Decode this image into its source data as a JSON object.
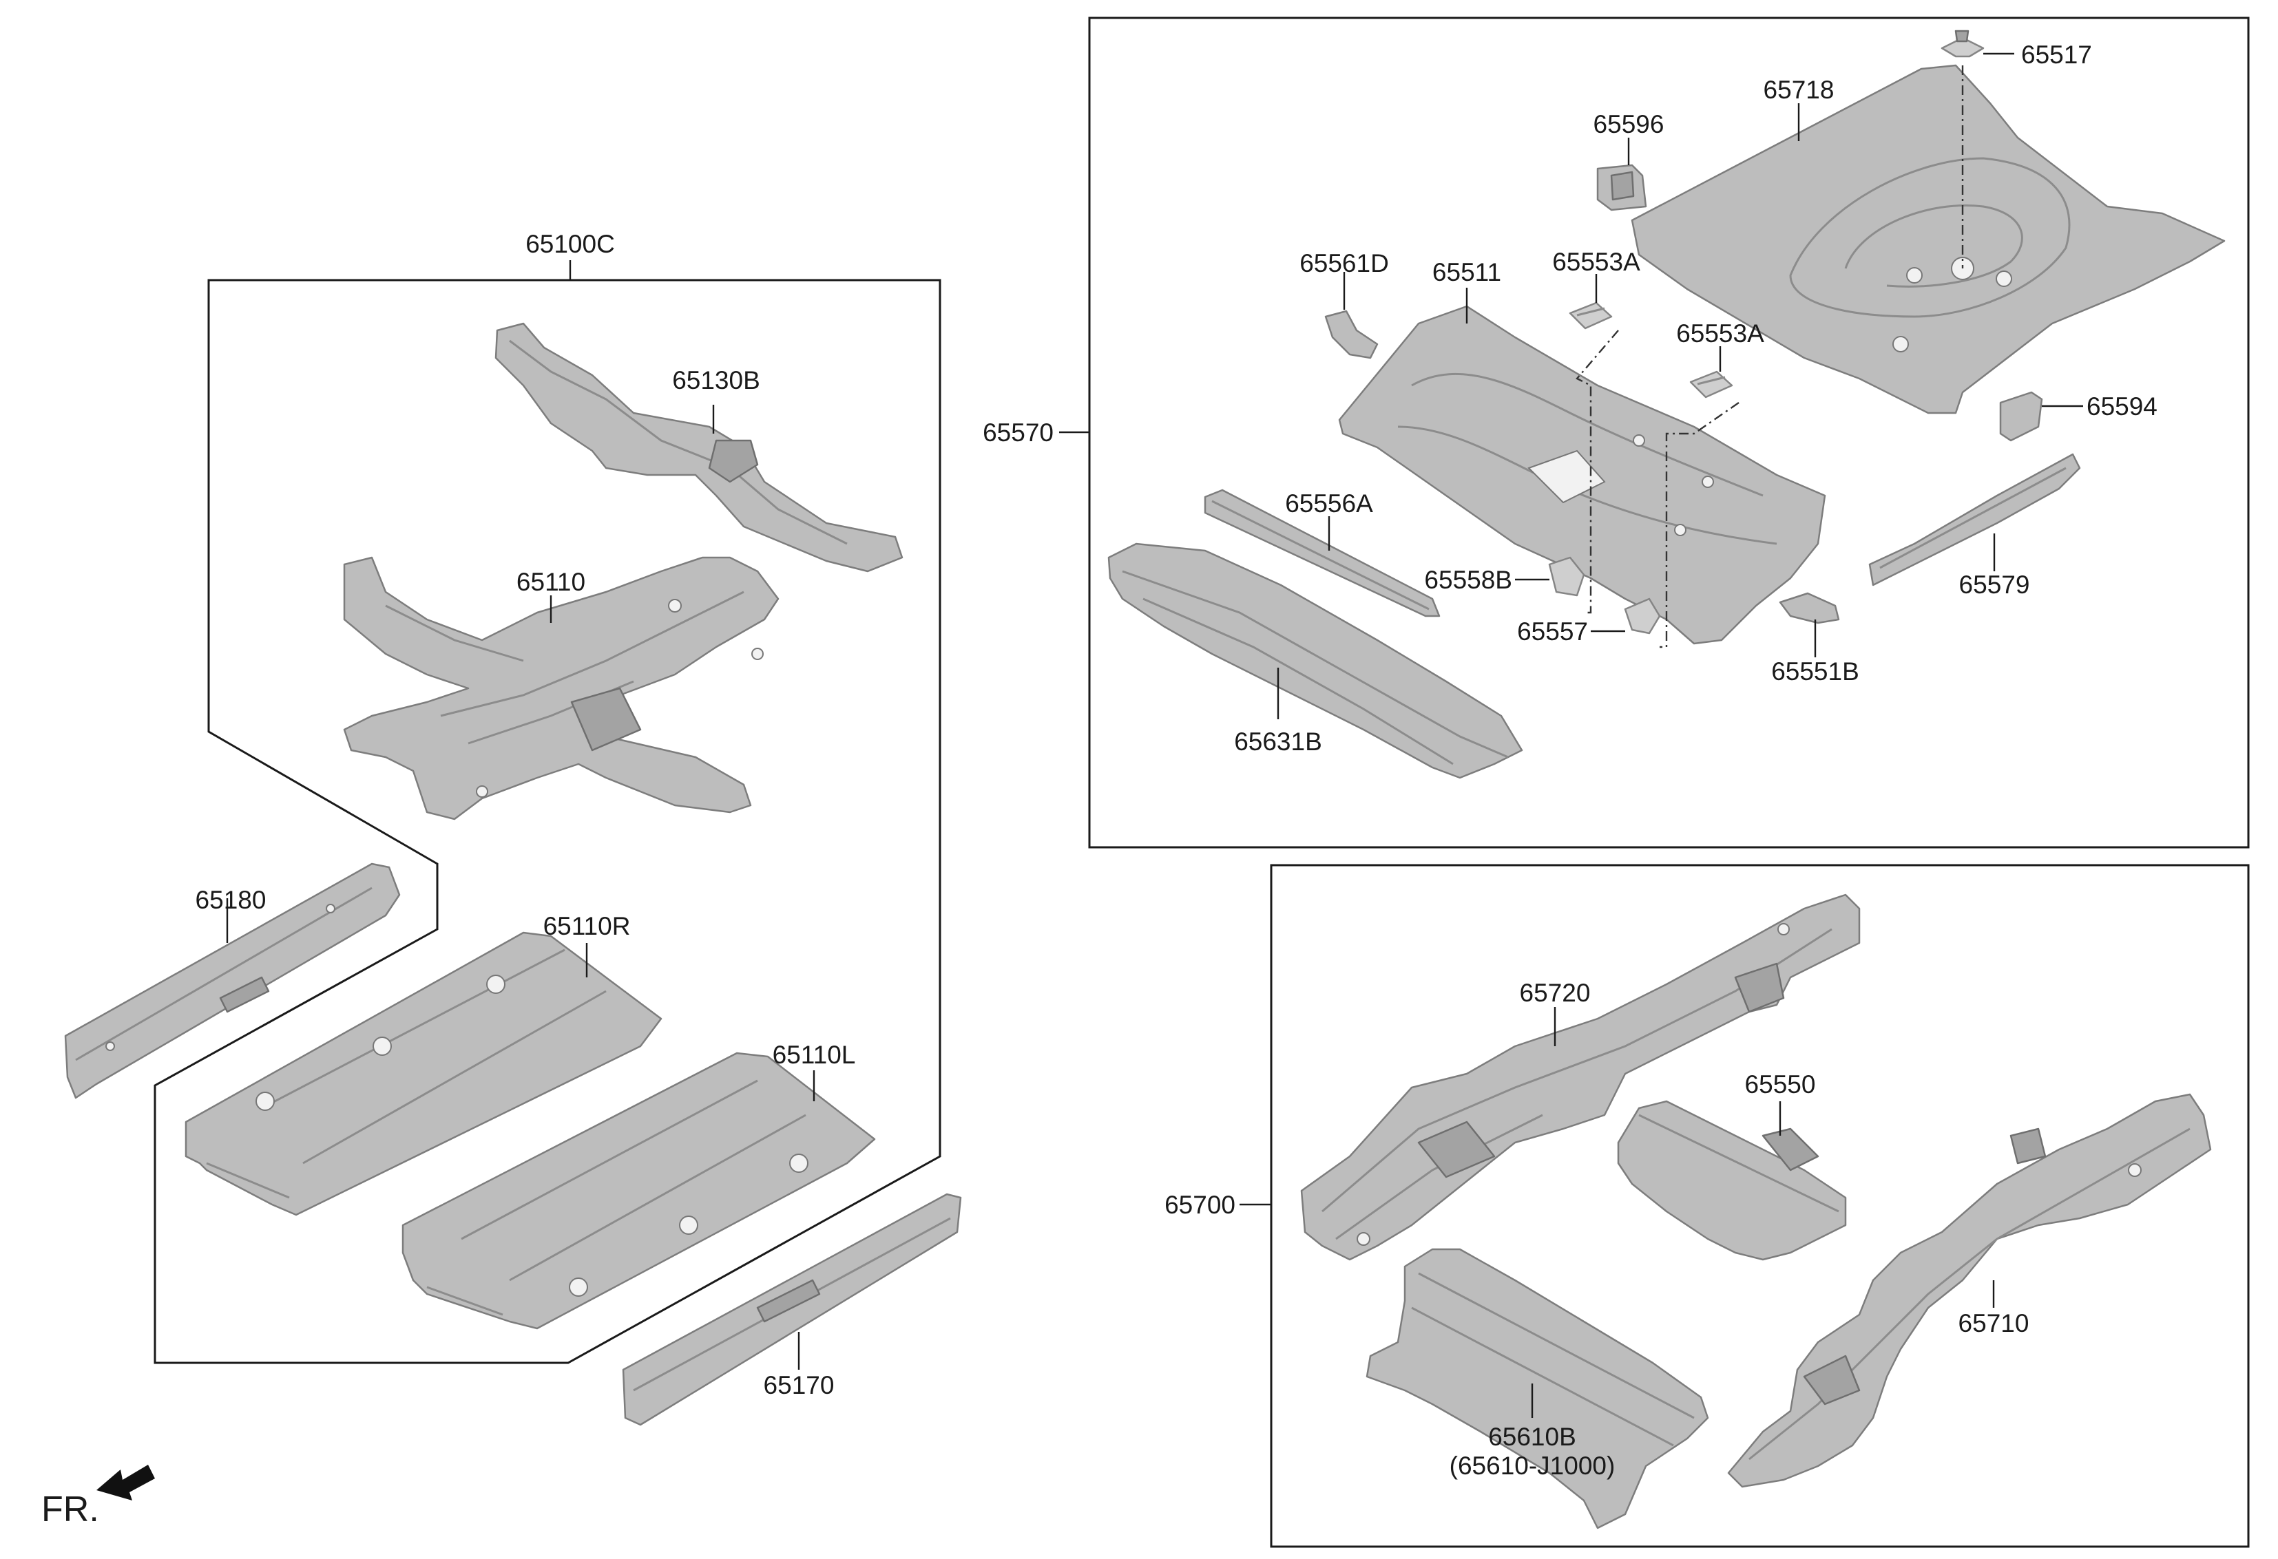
{
  "labels": {
    "l65100C": "65100C",
    "l65130B": "65130B",
    "l65110": "65110",
    "l65180": "65180",
    "l65110R": "65110R",
    "l65110L": "65110L",
    "l65170": "65170",
    "l65570": "65570",
    "l65517": "65517",
    "l65718": "65718",
    "l65596": "65596",
    "l65561D": "65561D",
    "l65511": "65511",
    "l65553A_1": "65553A",
    "l65553A_2": "65553A",
    "l65594": "65594",
    "l65556A": "65556A",
    "l65558B": "65558B",
    "l65557": "65557",
    "l65579": "65579",
    "l65551B": "65551B",
    "l65631B": "65631B",
    "l65700": "65700",
    "l65720": "65720",
    "l65550": "65550",
    "l65710": "65710",
    "l65610B": "65610B",
    "l65610B_alt": "(65610-J1000)"
  },
  "direction": {
    "label": "FR.",
    "arrow_icon": "front-direction-arrow-icon"
  },
  "colors": {
    "line": "#1a1a1a",
    "part_fill": "#bdbdbd",
    "part_stroke": "#7d7d7d",
    "background": "#ffffff"
  }
}
